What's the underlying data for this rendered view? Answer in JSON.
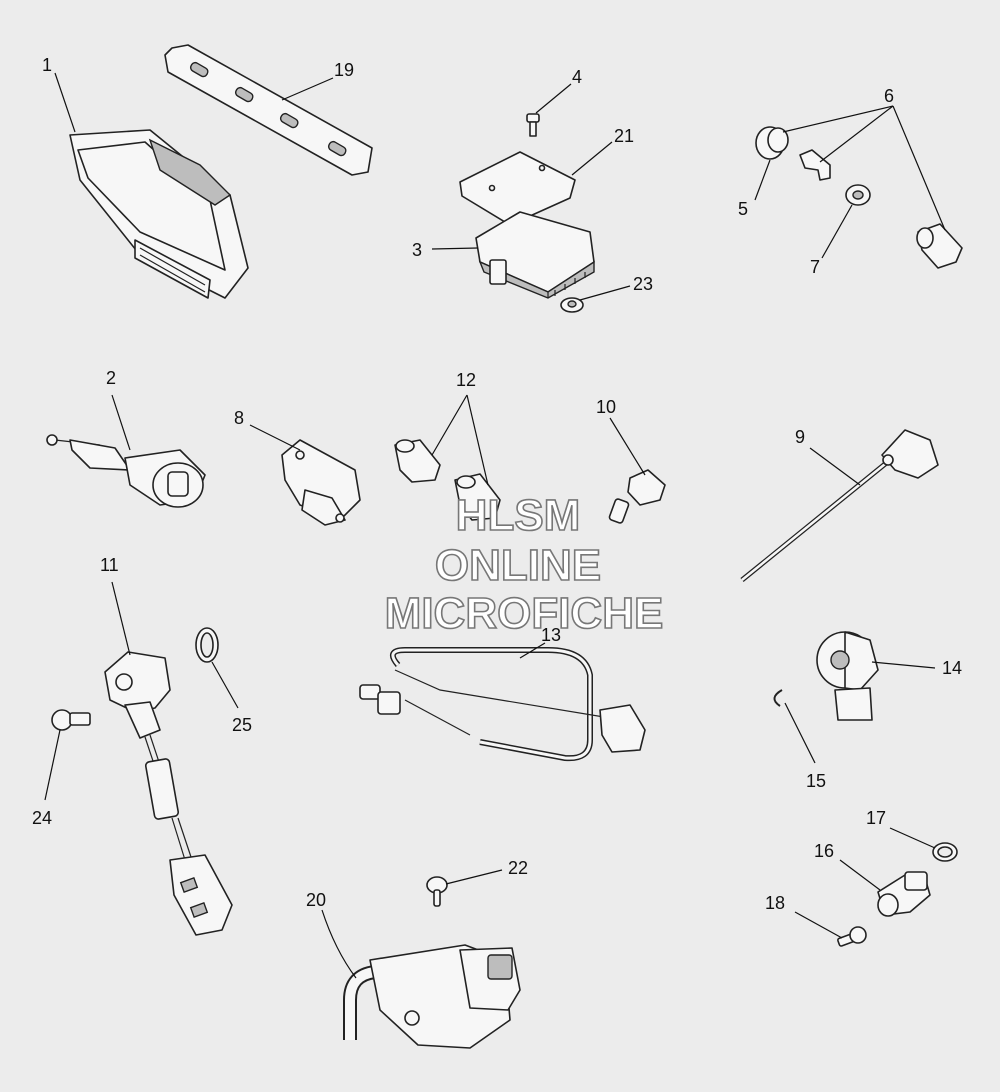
{
  "watermark": {
    "line1": "HLSM",
    "line2": "ONLINE",
    "line3": "MICROFICHE"
  },
  "callouts": {
    "c1": "1",
    "c2": "2",
    "c3": "3",
    "c4": "4",
    "c5": "5",
    "c6": "6",
    "c7": "7",
    "c8": "8",
    "c9": "9",
    "c10": "10",
    "c11": "11",
    "c12": "12",
    "c13": "13",
    "c14": "14",
    "c15": "15",
    "c16": "16",
    "c17": "17",
    "c18": "18",
    "c19": "19",
    "c20": "20",
    "c21": "21",
    "c22": "22",
    "c23": "23",
    "c24": "24",
    "c25": "25"
  },
  "colors": {
    "background": "#ececec",
    "line": "#222222",
    "part_fill": "#f7f7f7"
  }
}
